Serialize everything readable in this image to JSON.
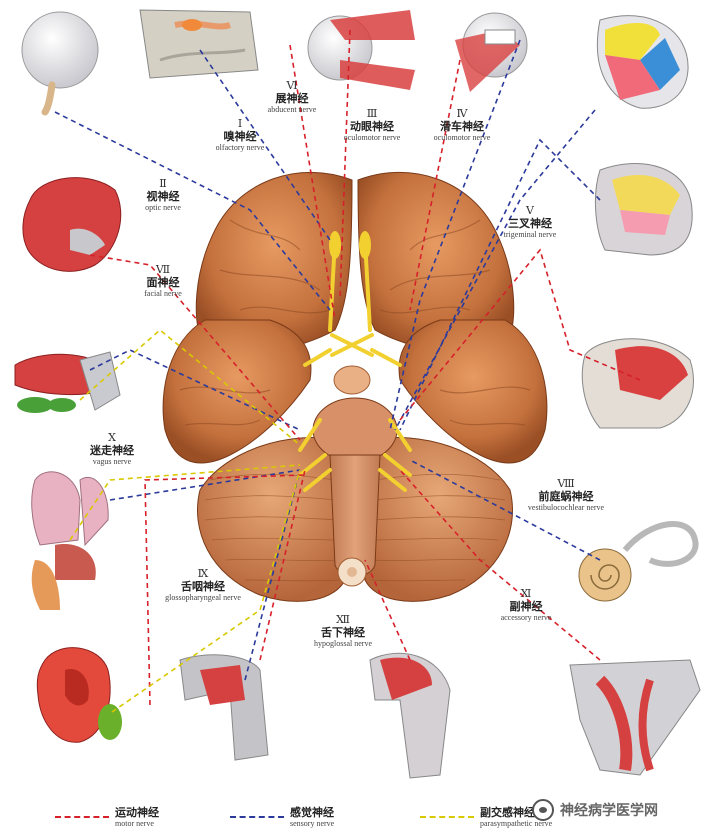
{
  "nerves": [
    {
      "id": "olfactory",
      "numeral": "Ⅰ",
      "zh": "嗅神经",
      "en": "olfactory nerve"
    },
    {
      "id": "optic",
      "numeral": "Ⅱ",
      "zh": "视神经",
      "en": "optic nerve"
    },
    {
      "id": "oculomotor",
      "numeral": "Ⅲ",
      "zh": "动眼神经",
      "en": "oculomotor nerve"
    },
    {
      "id": "trochlear",
      "numeral": "Ⅳ",
      "zh": "滑车神经",
      "en": "oculomotor nerve"
    },
    {
      "id": "trigeminal",
      "numeral": "Ⅴ",
      "zh": "三叉神经",
      "en": "trigeminal nerve"
    },
    {
      "id": "abducent",
      "numeral": "Ⅵ",
      "zh": "展神经",
      "en": "abducent nerve"
    },
    {
      "id": "facial",
      "numeral": "Ⅶ",
      "zh": "面神经",
      "en": "facial nerve"
    },
    {
      "id": "vestibulocochlear",
      "numeral": "Ⅷ",
      "zh": "前庭蜗神经",
      "en": "vestibulocochlear nerve"
    },
    {
      "id": "glossopharyngeal",
      "numeral": "Ⅸ",
      "zh": "舌咽神经",
      "en": "glossopharyngeal nerve"
    },
    {
      "id": "vagus",
      "numeral": "Ⅹ",
      "zh": "迷走神经",
      "en": "vagus nerve"
    },
    {
      "id": "accessory",
      "numeral": "Ⅺ",
      "zh": "副神经",
      "en": "accessory nerve"
    },
    {
      "id": "hypoglossal",
      "numeral": "Ⅻ",
      "zh": "舌下神经",
      "en": "hypoglossal nerve"
    }
  ],
  "legend": [
    {
      "zh": "运动神经",
      "en": "motor nerve",
      "color": "#d6212a"
    },
    {
      "zh": "感觉神经",
      "en": "sensory nerve",
      "color": "#2b3a9b"
    },
    {
      "zh": "副交感神经",
      "en": "parasympathetic nerve",
      "color": "#d9c900"
    }
  ],
  "watermark": "神经病学医学网",
  "colors": {
    "motor": "#d6212a",
    "sensory": "#2b3a9b",
    "parasympathetic": "#d9c900",
    "brain": "#c97a46",
    "nerve_yellow": "#f2d030"
  }
}
